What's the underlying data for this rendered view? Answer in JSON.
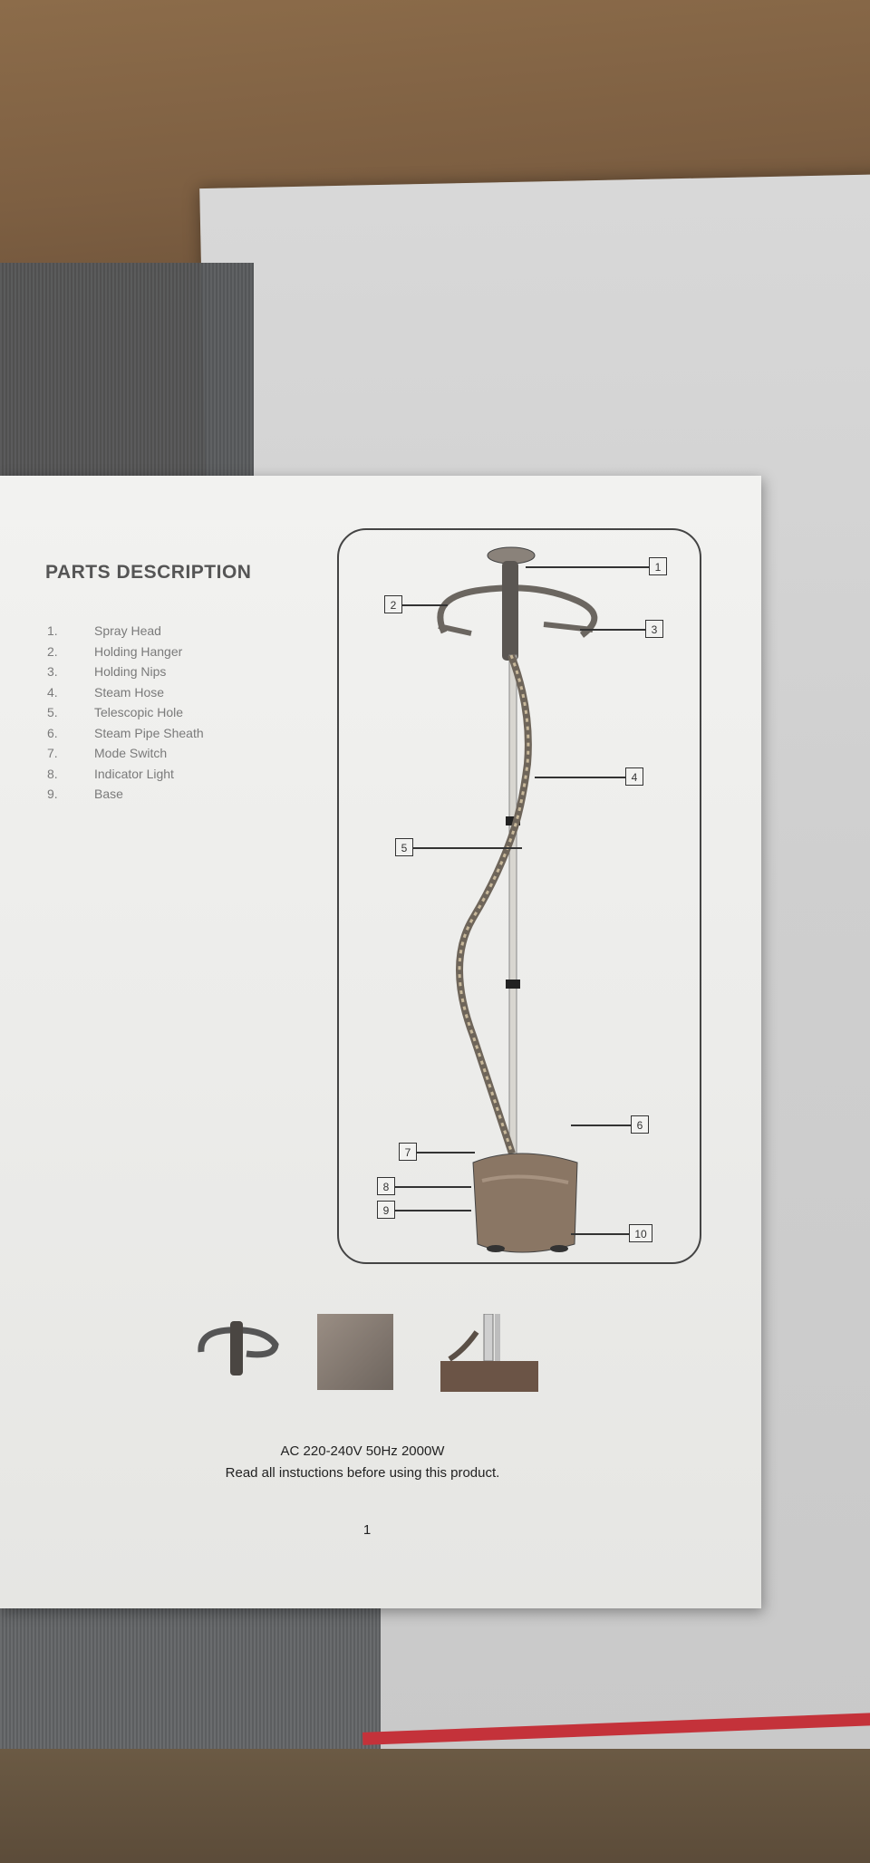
{
  "title": "PARTS DESCRIPTION",
  "parts": [
    {
      "num": "1.",
      "label": "Spray Head"
    },
    {
      "num": "2.",
      "label": "Holding Hanger"
    },
    {
      "num": "3.",
      "label": "Holding Nips"
    },
    {
      "num": "4.",
      "label": "Steam Hose"
    },
    {
      "num": "5.",
      "label": "Telescopic Hole"
    },
    {
      "num": "6.",
      "label": "Steam Pipe Sheath"
    },
    {
      "num": "7.",
      "label": "Mode Switch"
    },
    {
      "num": "8.",
      "label": "Indicator Light"
    },
    {
      "num": "9.",
      "label": "Base"
    }
  ],
  "callouts": [
    "1",
    "2",
    "3",
    "4",
    "5",
    "6",
    "7",
    "8",
    "9",
    "10"
  ],
  "spec_line": "AC 220-240V 50Hz 2000W",
  "instruction_line": "Read all instuctions before using this product.",
  "page_number": "1",
  "colors": {
    "paper": "#f0f0ee",
    "ink": "#222222",
    "red_stripe": "#c4323a"
  }
}
